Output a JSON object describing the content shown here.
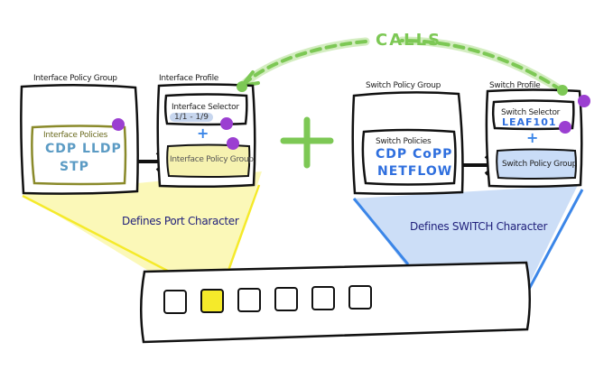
{
  "diagram": {
    "calls_label": "CALLS",
    "left": {
      "policy_group_title": "Interface Policy Group",
      "policies_title": "Interface Policies",
      "policies_line1": "CDP  LLDP",
      "policies_line2": "STP",
      "profile_title": "Interface Profile",
      "selector_title": "Interface Selector",
      "selector_value": "1/1 - 1/9",
      "plus": "+",
      "profile_group_label": "Interface Policy Group",
      "defines_label": "Defines Port Character"
    },
    "center_plus": "+",
    "right": {
      "policy_group_title": "Switch Policy Group",
      "policies_title": "Switch Policies",
      "policies_line1": "CDP  CoPP",
      "policies_line2": "NETFLOW",
      "profile_title": "Switch Profile",
      "selector_title": "Switch Selector",
      "selector_value": "LEAF101",
      "plus": "+",
      "profile_group_label": "Switch Policy Group",
      "defines_label": "Defines SWITCH Character"
    },
    "switch": {
      "port_count": 6,
      "highlighted_port": 2
    },
    "colors": {
      "yellow_fill": "#fbf7b0",
      "yellow_line": "#f5ea2a",
      "blue_fill": "#c9dcf7",
      "blue_line": "#3b86e8",
      "green": "#7dc855",
      "purple": "#9b3fd1",
      "olive": "#8a8a2a"
    }
  }
}
